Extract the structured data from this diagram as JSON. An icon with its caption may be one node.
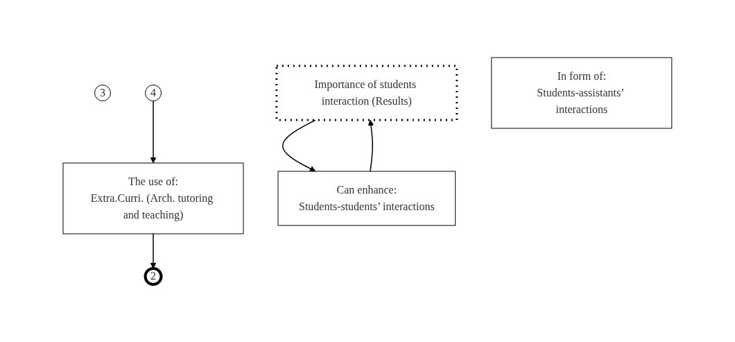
{
  "diagram": {
    "nodes": [
      {
        "text": [
          "The use of:",
          "Extra.Curri. (Arch. tutoring and teaching)"
        ]
      },
      {
        "text": [
          "2"
        ]
      },
      {
        "text": [
          "3"
        ]
      },
      {
        "text": [
          "4"
        ]
      },
      {
        "text": [
          "Importance of students interaction (Results)"
        ]
      },
      {
        "text": [
          "Can enhance:",
          "Students-students’ interactions"
        ]
      },
      {
        "text": [
          "In form of:",
          "Students-assistants’ interactions"
        ]
      }
    ],
    "edges": [
      {
        "from": 3,
        "to": 0,
        "arrow": "to"
      },
      {
        "from": 0,
        "to": 1,
        "arrow": "to"
      },
      {
        "from": 4,
        "to": 5,
        "arrow": "to"
      },
      {
        "from": 5,
        "to": 4,
        "arrow": "to"
      }
    ]
  }
}
